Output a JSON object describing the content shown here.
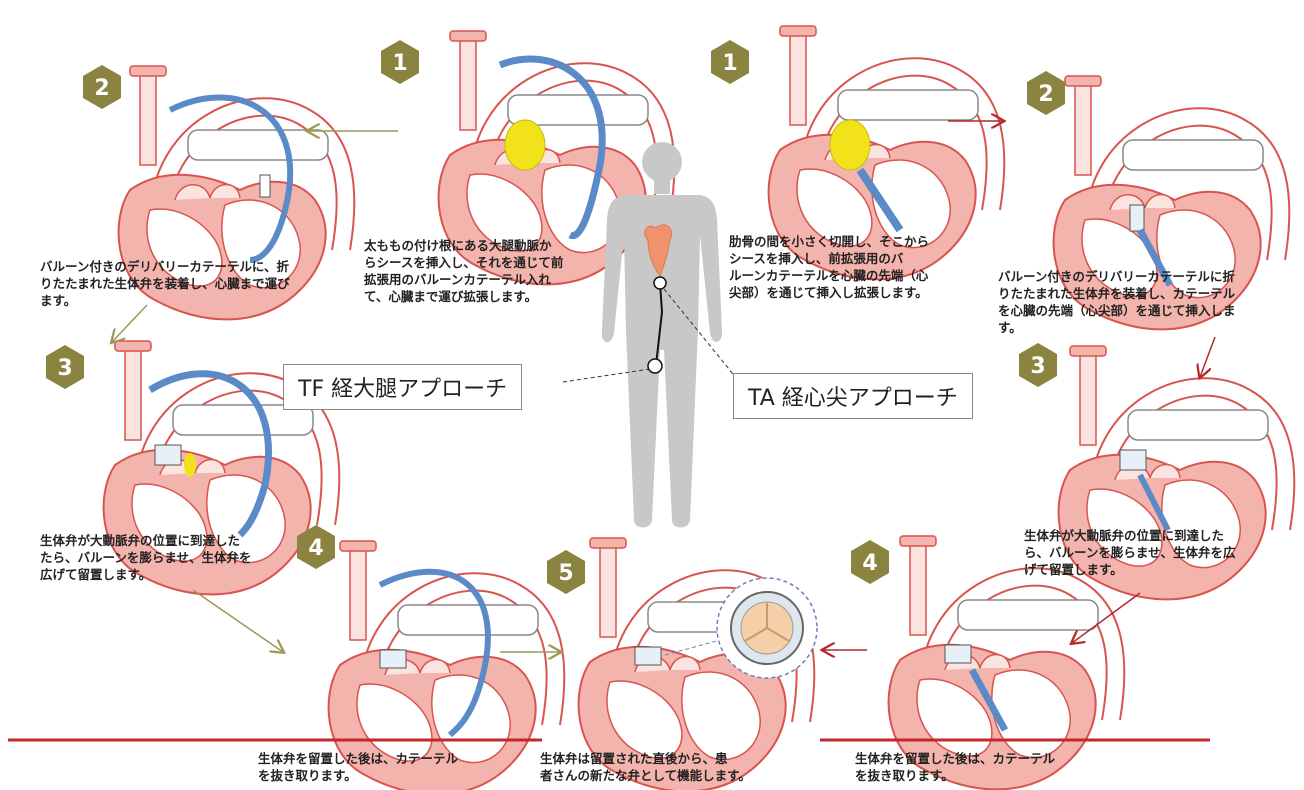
{
  "colors": {
    "tf_arrow": "#9a9a55",
    "ta_arrow": "#b22a2a",
    "badge": "#8a8440",
    "heart_fill": "#f3b4ad",
    "heart_stroke": "#d9534f",
    "catheter": "#5b8ac8",
    "balloon": "#f2e21a",
    "body": "#c8c8c8",
    "baseline": "#c0282c"
  },
  "approaches": {
    "tf": {
      "label": "TF 経大腿アプローチ"
    },
    "ta": {
      "label": "TA 経心尖アプローチ"
    }
  },
  "steps": {
    "tf1": {
      "num": "1",
      "caption": "太ももの付け根にある大腿動脈か\nらシースを挿入し、それを通じて前\n拡張用のバルーンカテーテル入れ\nて、心臓まで運び拡張します。"
    },
    "tf2": {
      "num": "2",
      "caption": "バルーン付きのデリバリーカテーテルに、折\nりたたまれた生体弁を装着し、心臓まで運び\nます。"
    },
    "tf3": {
      "num": "3",
      "caption": "生体弁が大動脈弁の位置に到達した\nたら、バルーンを膨らませ、生体弁を\n広げて留置します。"
    },
    "tf4": {
      "num": "4",
      "caption": "生体弁を留置した後は、カテーテル\nを抜き取ります。"
    },
    "ta1": {
      "num": "1",
      "caption": "肋骨の間を小さく切開し、そこから\nシースを挿入し、前拡張用のバ\nルーンカテーテルを心臓の先端（心\n尖部）を通じて挿入し拡張します。"
    },
    "ta2": {
      "num": "2",
      "caption": "バルーン付きのデリバリーカテーテルに折\nりたたまれた生体弁を装着し、カテーテル\nを心臓の先端（心尖部）を通じて挿入しま\nす。"
    },
    "ta3": {
      "num": "3",
      "caption": "生体弁が大動脈弁の位置に到達した\nら、バルーンを膨らませ、生体弁を広\nげて留置します。"
    },
    "ta4": {
      "num": "4",
      "caption": "生体弁を留置した後は、カテーテル\nを抜き取ります。"
    },
    "s5": {
      "num": "5",
      "caption": "生体弁は留置された直後から、患\n者さんの新たな弁として機能します。"
    }
  }
}
